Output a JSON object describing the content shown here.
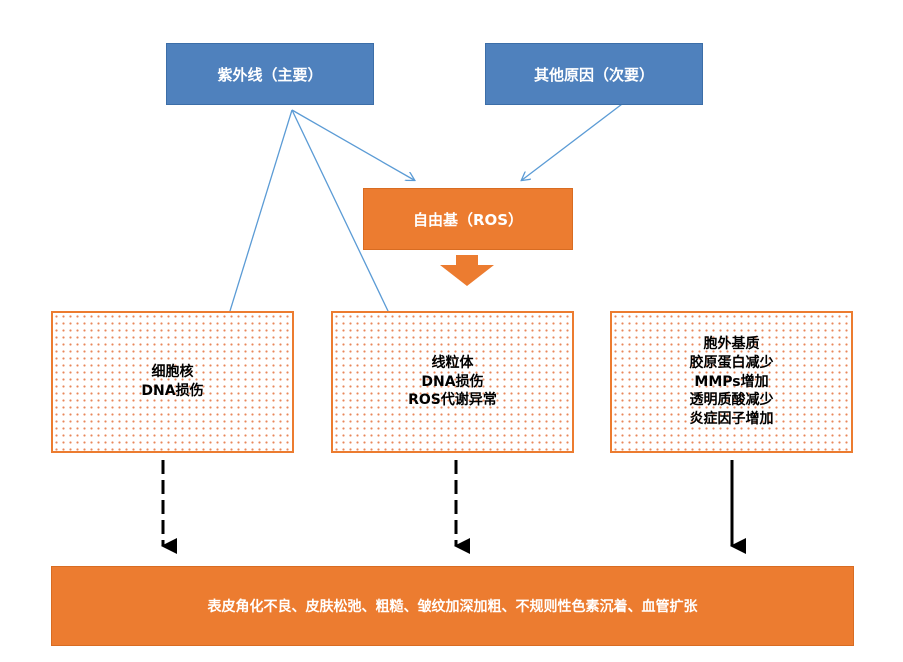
{
  "nodes": {
    "uv": "紫外线（主要）",
    "other": "其他原因（次要）",
    "ros": "自由基（ROS）",
    "nucleus": [
      "细胞核",
      "DNA损伤"
    ],
    "mito": [
      "线粒体",
      "DNA损伤",
      "ROS代谢异常"
    ],
    "ecm": [
      "胞外基质",
      "胶原蛋白减少",
      "MMPs增加",
      "透明质酸减少",
      "炎症因子增加"
    ],
    "outcome": "表皮角化不良、皮肤松弛、粗糙、皱纹加深加粗、不规则性色素沉着、血管扩张"
  },
  "colors": {
    "blue": "#4f81bd",
    "orange": "#ec7c30",
    "line_blue": "#5b9bd5"
  }
}
